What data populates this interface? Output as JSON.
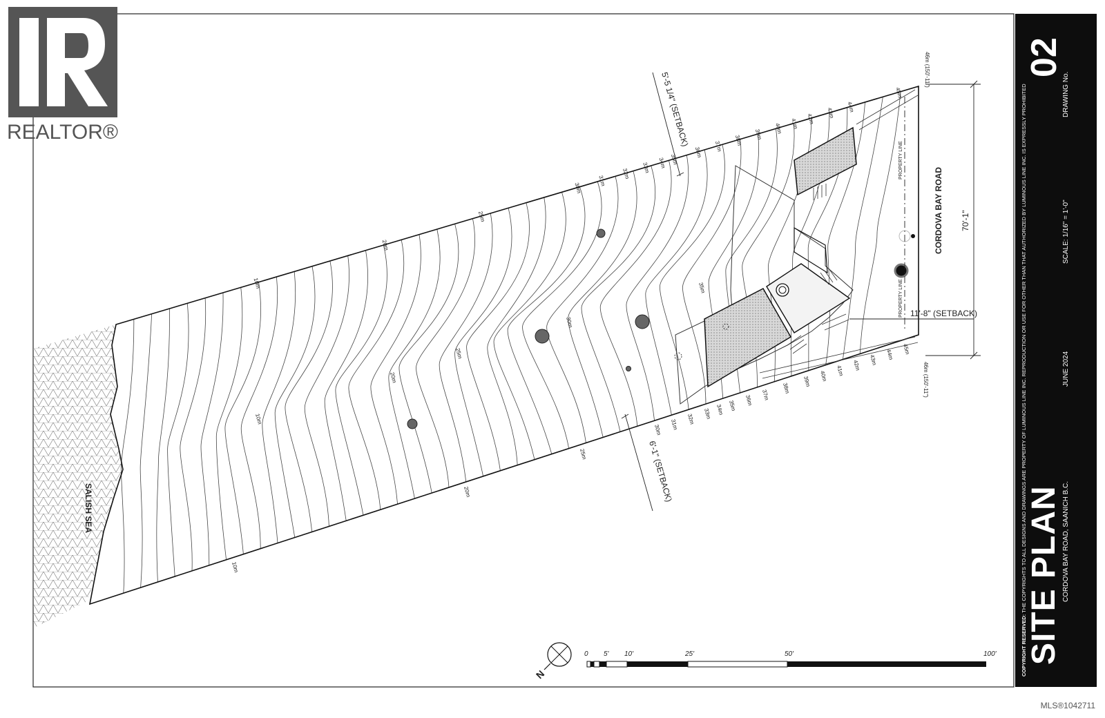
{
  "realtor": {
    "wordmark": "REALTOR®"
  },
  "mls_number": "MLS®1042711",
  "title_block": {
    "drawing_title": "SITE PLAN",
    "address": "CORDOVA BAY ROAD, SAANICH B.C.",
    "date": "JUNE 2024",
    "scale": "SCALE: 1/16\" = 1'-0\"",
    "drawing_no_label": "DRAWING No.",
    "drawing_no": "02",
    "copyright_bold": "COPYRIGHT RESERVED:",
    "copyright_text": "THE COPYRIGHTS TO ALL DESIGNS AND DRAWINGS ARE PROPERTY OF LUMINOUS LINE INC. REPRODUCTION OR USE FOR OTHER THAN THAT AUTHORIZED BY LUMINOUS LINE INC. IS EXPRESSLY PROHIBITED"
  },
  "plan": {
    "water_label": "SALISH SEA",
    "road_label": "CORDOVA BAY ROAD",
    "property_line_label": "PROPERTY LINE",
    "dims": {
      "top_setback": "5'-5 1/4\" (SETBACK)",
      "bottom_setback": "6'-1\" (SETBACK)",
      "side_setback": "11'-8\" (SETBACK)",
      "frontage": "70'-1\"",
      "top_depth": "46m (150'-11\")",
      "bottom_depth": "46m (150'-11\")"
    },
    "top_edge_elevations": [
      "10m",
      "20m",
      "25m",
      "30m",
      "31m",
      "32m",
      "33m",
      "34m",
      "35m",
      "36m",
      "37m",
      "38m",
      "39m",
      "40m",
      "41m",
      "42m",
      "43m",
      "44m",
      "45m"
    ],
    "bottom_edge_elevations": [
      "10m",
      "20m",
      "25m",
      "30m",
      "31m",
      "32m",
      "33m",
      "34m",
      "35m",
      "36m",
      "37m",
      "38m",
      "39m",
      "40m",
      "41m",
      "42m",
      "43m",
      "44m",
      "45m"
    ],
    "interior_elevations": [
      "10m",
      "20m",
      "25m",
      "30m",
      "35m"
    ]
  },
  "scale_bar": {
    "ticks": [
      "0",
      "5'",
      "10'",
      "25'",
      "50'",
      "100'"
    ]
  },
  "north_arrow": {
    "label": "N"
  },
  "colors": {
    "ink": "#111111",
    "titleblock": "#0d0d0d",
    "paper": "#ffffff",
    "logo": "#555555"
  }
}
